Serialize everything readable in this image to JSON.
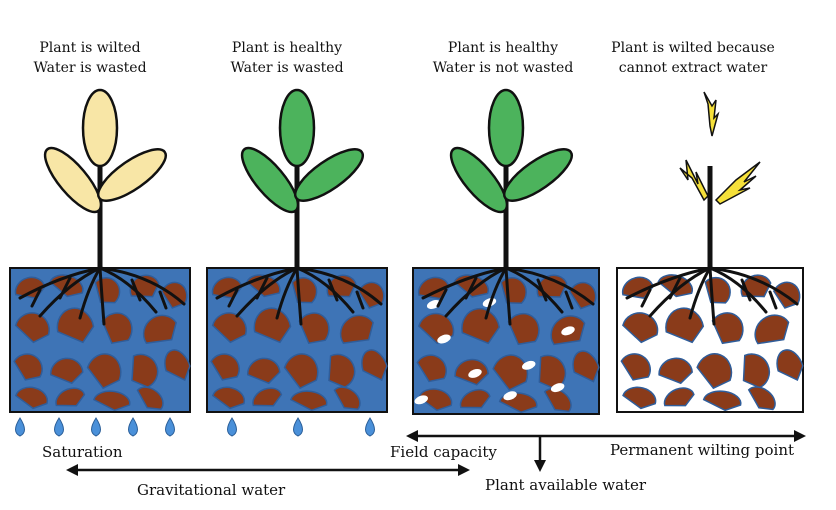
{
  "panels": [
    {
      "caption_line1": "Plant is wilted",
      "caption_line2": "Water is wasted",
      "leaf_color": "#f8e6a6",
      "soil_state": "saturated",
      "drops": 5
    },
    {
      "caption_line1": "Plant is healthy",
      "caption_line2": "Water is wasted",
      "leaf_color": "#4cb35c",
      "soil_state": "saturated",
      "drops": 3
    },
    {
      "caption_line1": "Plant is healthy",
      "caption_line2": "Water is not wasted",
      "leaf_color": "#4cb35c",
      "soil_state": "field-capacity",
      "drops": 0
    },
    {
      "caption_line1": "Plant is wilted because",
      "caption_line2": "cannot extract water",
      "leaf_color": "#f2e98a",
      "soil_state": "dry",
      "drops": 0
    }
  ],
  "labels": {
    "saturation": "Saturation",
    "field_capacity": "Field capacity",
    "permanent_wilting_point": "Permanent wilting point",
    "gravitational_water": "Gravitational water",
    "plant_available_water": "Plant available water"
  },
  "colors": {
    "water": "#3e74b6",
    "soil_particle": "#8a3b1a",
    "particle_outline": "#2f5d9a",
    "drop": "#4a90d9",
    "stem": "#111111",
    "lightning": "#f5e03a"
  }
}
